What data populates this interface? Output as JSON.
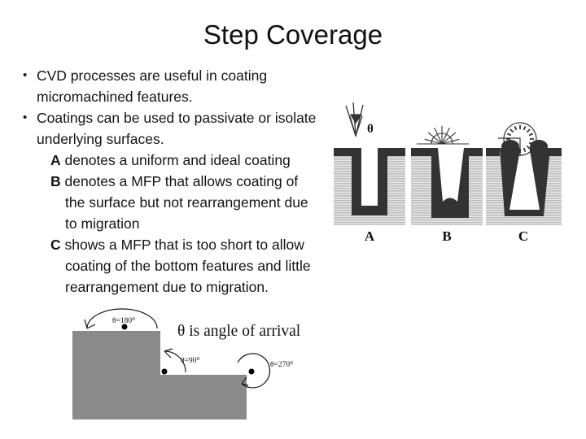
{
  "slide": {
    "title": "Step Coverage"
  },
  "content": {
    "bullet_char": "•",
    "bullet1": {
      "lines": [
        "CVD processes are useful in coating",
        "micromachined features."
      ]
    },
    "bullet2": {
      "lines": [
        "Coatings can be used to passivate or isolate",
        "underlying surfaces."
      ]
    },
    "itemA": {
      "letter": "A",
      "lines": [
        "denotes a uniform and ideal coating"
      ]
    },
    "itemB": {
      "letter": "B",
      "lines": [
        "denotes a MFP that allows coating of",
        "the surface but not rearrangement due",
        "to migration"
      ]
    },
    "itemC": {
      "letter": "C",
      "lines": [
        "shows a MFP that is too short to allow",
        "coating of the bottom features and little",
        "rearrangement due to migration."
      ]
    }
  },
  "figure": {
    "theta_symbol": "θ",
    "label_a": "A",
    "label_b": "B",
    "label_c": "C"
  },
  "arrival": {
    "caption": "θ is angle of arrival",
    "label_180": "θ=180⁰",
    "label_90": "θ=90⁰",
    "label_270": "θ=270⁰"
  },
  "colors": {
    "substrate": "#bdbdbd",
    "coating": "#333333",
    "step_block": "#8a8a8a",
    "stroke": "#1a1a1a"
  }
}
